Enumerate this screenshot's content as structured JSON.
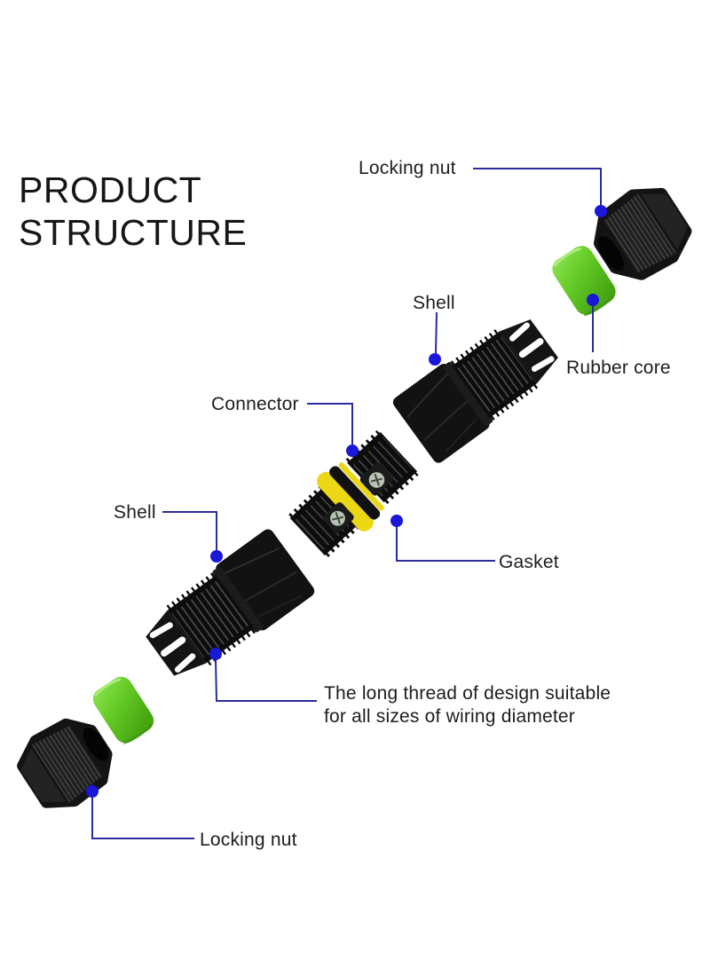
{
  "title": {
    "line1": "PRODUCT",
    "line2": "STRUCTURE"
  },
  "labels": {
    "locking_nut_top": "Locking nut",
    "shell_top": "Shell",
    "rubber_core": "Rubber core",
    "connector": "Connector",
    "gasket": "Gasket",
    "shell_bottom": "Shell",
    "long_thread": {
      "line1": "The long thread of design suitable",
      "line2": "for all sizes of wiring diameter"
    },
    "locking_nut_bottom": "Locking nut"
  },
  "colors": {
    "leader_line": "#2b2b9e",
    "dot": "#1a17d8",
    "text": "#1d1d1f",
    "gasket_yellow": "#ecd714",
    "part_black": "#131313",
    "rubber_green": "#66cc27",
    "screw_silver": "#b9c2b4",
    "background": "#ffffff"
  }
}
